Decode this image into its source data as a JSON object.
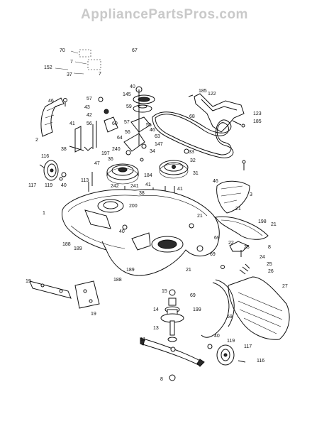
{
  "watermark": "AppliancePartsPros.com",
  "callouts": [
    {
      "id": "c70",
      "text": "70"
    },
    {
      "id": "c67",
      "text": "67"
    },
    {
      "id": "c7a",
      "text": "7"
    },
    {
      "id": "c152",
      "text": "152"
    },
    {
      "id": "c37",
      "text": "37"
    },
    {
      "id": "c7b",
      "text": "7"
    },
    {
      "id": "c40a",
      "text": "40"
    },
    {
      "id": "c145",
      "text": "145"
    },
    {
      "id": "c185",
      "text": "185"
    },
    {
      "id": "c122",
      "text": "122"
    },
    {
      "id": "c46a",
      "text": "46"
    },
    {
      "id": "c57a",
      "text": "57"
    },
    {
      "id": "c59",
      "text": "59"
    },
    {
      "id": "c68",
      "text": "68"
    },
    {
      "id": "c43",
      "text": "43"
    },
    {
      "id": "c42",
      "text": "42"
    },
    {
      "id": "c123",
      "text": "123"
    },
    {
      "id": "c56a",
      "text": "56"
    },
    {
      "id": "c60",
      "text": "60"
    },
    {
      "id": "c57b",
      "text": "57"
    },
    {
      "id": "c55",
      "text": "55"
    },
    {
      "id": "c185b",
      "text": "185"
    },
    {
      "id": "c41a",
      "text": "41"
    },
    {
      "id": "c46b",
      "text": "46"
    },
    {
      "id": "c56b",
      "text": "56"
    },
    {
      "id": "c2",
      "text": "2"
    },
    {
      "id": "c64",
      "text": "64"
    },
    {
      "id": "c63",
      "text": "63"
    },
    {
      "id": "c147",
      "text": "147"
    },
    {
      "id": "c38",
      "text": "38"
    },
    {
      "id": "c240",
      "text": "240"
    },
    {
      "id": "c34",
      "text": "34"
    },
    {
      "id": "c33",
      "text": "33"
    },
    {
      "id": "c197",
      "text": "197"
    },
    {
      "id": "c36",
      "text": "36"
    },
    {
      "id": "c116a",
      "text": "116"
    },
    {
      "id": "c32",
      "text": "32"
    },
    {
      "id": "c47",
      "text": "47"
    },
    {
      "id": "c184",
      "text": "184"
    },
    {
      "id": "c31",
      "text": "31"
    },
    {
      "id": "c46c",
      "text": "46"
    },
    {
      "id": "c113",
      "text": "113"
    },
    {
      "id": "c241",
      "text": "241"
    },
    {
      "id": "c117a",
      "text": "117"
    },
    {
      "id": "c119a",
      "text": "119"
    },
    {
      "id": "c40b",
      "text": "40"
    },
    {
      "id": "c242",
      "text": "242"
    },
    {
      "id": "c38b",
      "text": "38"
    },
    {
      "id": "c41b",
      "text": "41"
    },
    {
      "id": "c41c",
      "text": "41"
    },
    {
      "id": "c3",
      "text": "3"
    },
    {
      "id": "c200",
      "text": "200"
    },
    {
      "id": "c21a",
      "text": "21"
    },
    {
      "id": "c1",
      "text": "1"
    },
    {
      "id": "c21b",
      "text": "21"
    },
    {
      "id": "c198",
      "text": "198"
    },
    {
      "id": "c21c",
      "text": "21"
    },
    {
      "id": "c40c",
      "text": "40"
    },
    {
      "id": "c69a",
      "text": "69"
    },
    {
      "id": "c188a",
      "text": "188"
    },
    {
      "id": "c189a",
      "text": "189"
    },
    {
      "id": "c8a",
      "text": "8"
    },
    {
      "id": "c22",
      "text": "22"
    },
    {
      "id": "c23",
      "text": "23"
    },
    {
      "id": "c69b",
      "text": "69"
    },
    {
      "id": "c24",
      "text": "24"
    },
    {
      "id": "c25",
      "text": "25"
    },
    {
      "id": "c21d",
      "text": "21"
    },
    {
      "id": "c189b",
      "text": "189"
    },
    {
      "id": "c26",
      "text": "26"
    },
    {
      "id": "c188b",
      "text": "188"
    },
    {
      "id": "c27",
      "text": "27"
    },
    {
      "id": "c19a",
      "text": "19"
    },
    {
      "id": "c15",
      "text": "15"
    },
    {
      "id": "c69c",
      "text": "69"
    },
    {
      "id": "c19b",
      "text": "19"
    },
    {
      "id": "c14",
      "text": "14"
    },
    {
      "id": "c199",
      "text": "199"
    },
    {
      "id": "c69d",
      "text": "69"
    },
    {
      "id": "c13",
      "text": "13"
    },
    {
      "id": "c40d",
      "text": "40"
    },
    {
      "id": "c119b",
      "text": "119"
    },
    {
      "id": "c11",
      "text": "11"
    },
    {
      "id": "c117b",
      "text": "117"
    },
    {
      "id": "c8b",
      "text": "8"
    },
    {
      "id": "c116b",
      "text": "116"
    }
  ]
}
